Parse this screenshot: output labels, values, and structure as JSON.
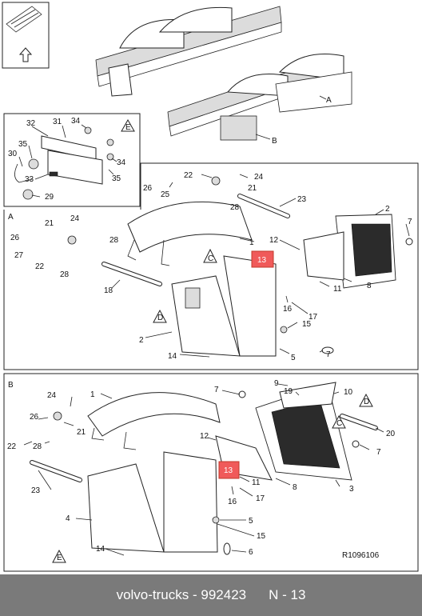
{
  "diagram": {
    "reference": "R1096106",
    "sections": {
      "a": "A",
      "b": "B",
      "e": "E"
    },
    "overview_labels": {
      "a": "A",
      "b": "B"
    },
    "triangles": {
      "c": "C",
      "d": "D",
      "e": "E"
    },
    "highlighted_part": "13",
    "callouts": {
      "kit_32": "32",
      "kit_31": "31",
      "kit_34a": "34",
      "kit_35a": "35",
      "kit_30": "30",
      "kit_34b": "34",
      "kit_33": "33",
      "kit_35b": "35",
      "kit_29": "29",
      "a26": "26",
      "a25": "25",
      "a22": "22",
      "a24": "24",
      "a21": "21",
      "a28": "28",
      "a23": "23",
      "a2": "2",
      "a7": "7",
      "a24b": "24",
      "a21b": "21",
      "a26b": "26",
      "a28b": "28",
      "a27": "27",
      "a22b": "22",
      "a28c": "28",
      "a1": "1",
      "a12": "12",
      "a8": "8",
      "a11": "11",
      "a18": "18",
      "a16": "16",
      "a17": "17",
      "a15": "15",
      "a2b": "2",
      "a5": "5",
      "a7b": "7",
      "a14": "14",
      "b24": "24",
      "b1": "1",
      "b7": "7",
      "b9": "9",
      "b19": "19",
      "b10": "10",
      "b26": "26",
      "b21": "21",
      "b22": "22",
      "b28": "28",
      "b12": "12",
      "b20": "20",
      "b7b": "7",
      "b23": "23",
      "b11": "11",
      "b8": "8",
      "b16": "16",
      "b17": "17",
      "b3": "3",
      "b4": "4",
      "b5": "5",
      "b15": "15",
      "b14": "14",
      "b6": "6"
    }
  },
  "footer": {
    "brand_code": "volvo-trucks - 992423",
    "position": "N - 13"
  }
}
